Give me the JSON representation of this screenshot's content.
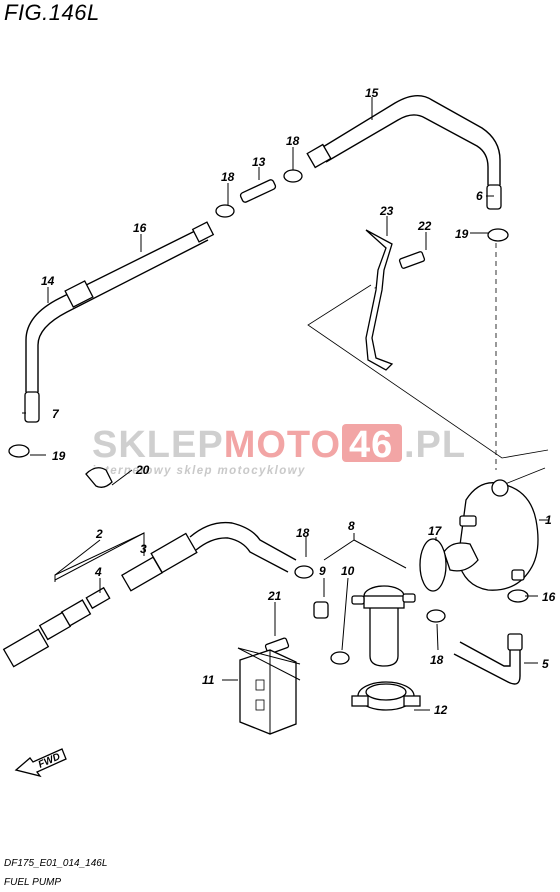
{
  "figure": {
    "title": "FIG.146L",
    "model_code": "DF175_E01_014_146L",
    "caption": "FUEL PUMP"
  },
  "watermark": {
    "brand_grey": "SKLEP",
    "brand_red": "MOTO",
    "brand_box": "46",
    "brand_suffix": ".PL",
    "tagline": "internetowy sklep motocyklowy",
    "color_grey": "#cfcfcf",
    "color_red": "#f2a5a5"
  },
  "fwd_label": "FWD",
  "part_labels": {
    "p1": "1",
    "p2": "2",
    "p3": "3",
    "p4": "4",
    "p5": "5",
    "p6": "6",
    "p7": "7",
    "p8": "8",
    "p9": "9",
    "p10": "10",
    "p11": "11",
    "p12": "12",
    "p13": "13",
    "p14": "14",
    "p15": "15",
    "p16": "16",
    "p16b": "16",
    "p17": "17",
    "p18a": "18",
    "p18b": "18",
    "p18c": "18",
    "p18d": "18",
    "p19a": "19",
    "p19b": "19",
    "p20": "20",
    "p21": "21",
    "p22": "22",
    "p23": "23"
  }
}
